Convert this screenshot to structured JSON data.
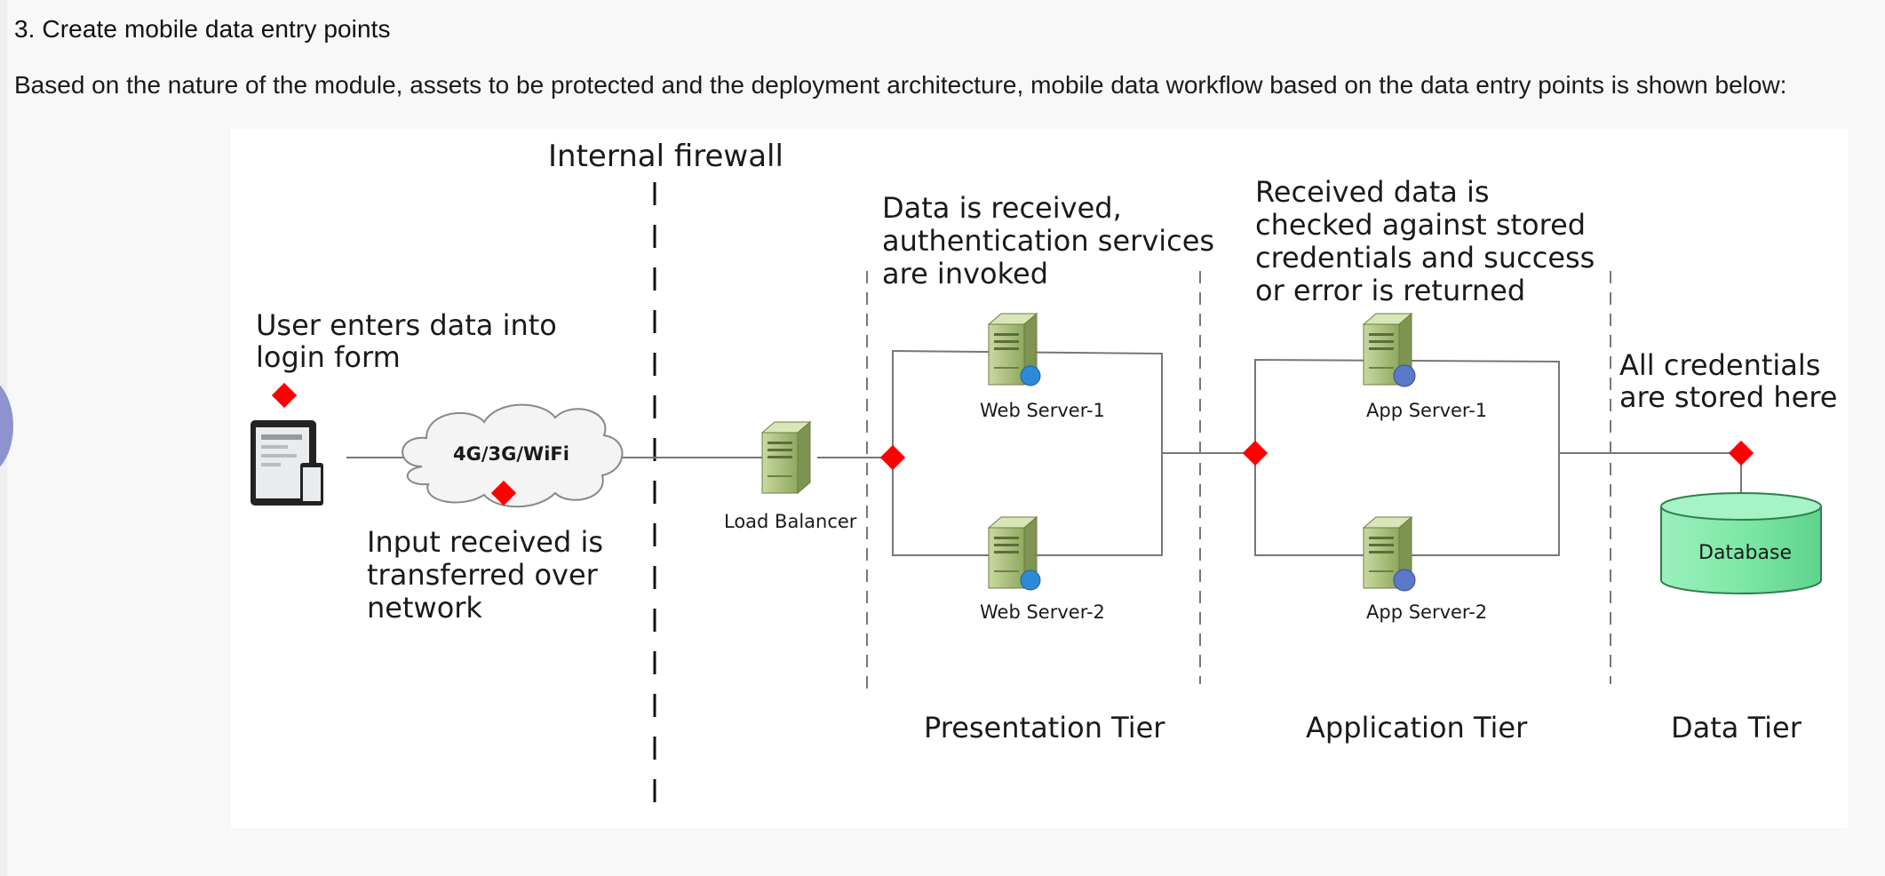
{
  "section": {
    "heading": "3.  Create mobile data entry points",
    "paragraph": "Based on the nature of the module, assets to be protected and the deployment architecture, mobile data workflow based on the data entry points is shown below:"
  },
  "diagram": {
    "firewall_label": "Internal firewall",
    "user_note": [
      "User enters data into",
      "login form"
    ],
    "network_label": "4G/3G/WiFi",
    "network_note": [
      "Input received is",
      "transferred over",
      "network"
    ],
    "load_balancer": "Load Balancer",
    "web_note": [
      "Data is received,",
      "authentication services",
      "are invoked"
    ],
    "web_server_1": "Web Server-1",
    "web_server_2": "Web Server-2",
    "app_note": [
      "Received data is",
      "checked against stored",
      "credentials and success",
      "or error is returned"
    ],
    "app_server_1": "App Server-1",
    "app_server_2": "App Server-2",
    "data_note": [
      "All credentials",
      "are stored here"
    ],
    "database": "Database",
    "tier_presentation": "Presentation Tier",
    "tier_application": "Application Tier",
    "tier_data": "Data Tier",
    "colors": {
      "entry_point": "#ff0000",
      "server_body": "#a9c17a",
      "database": "#7ee8a6",
      "line": "#777777"
    }
  }
}
